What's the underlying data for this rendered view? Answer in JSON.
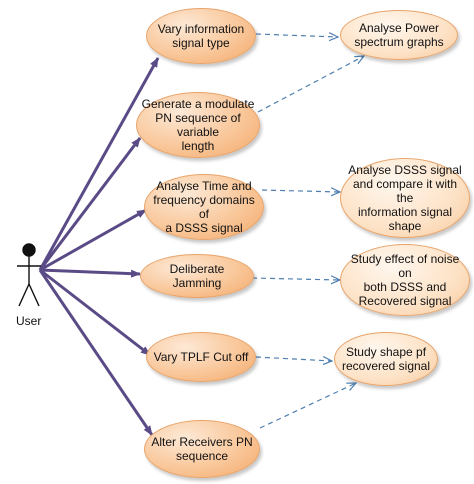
{
  "actor": {
    "label": "User"
  },
  "use_cases": [
    {
      "id": "vary-info",
      "label": "Vary information\nsignal type"
    },
    {
      "id": "gen-pn",
      "label": "Generate a modulate\nPN sequence of variable\nlength"
    },
    {
      "id": "analyse-tf",
      "label": "Analyse Time and\nfrequency domains of\na DSSS signal"
    },
    {
      "id": "jamming",
      "label": "Deliberate Jamming"
    },
    {
      "id": "tplf",
      "label": "Vary TPLF Cut off"
    },
    {
      "id": "alter-pn",
      "label": "Alter Receivers PN\nsequence"
    }
  ],
  "results": [
    {
      "id": "power-spectrum",
      "label": "Analyse Power\nspectrum graphs"
    },
    {
      "id": "dsss-compare",
      "label": "Analyse DSSS signal\nand compare it with the\ninformation signal shape"
    },
    {
      "id": "noise-effect",
      "label": "Study effect of noise on\nboth DSSS and\nRecovered signal"
    },
    {
      "id": "shape-recovered",
      "label": "Study shape pf\nrecovered signal"
    }
  ],
  "colors": {
    "association": "#5a4a86",
    "dependency": "#4f7fb0"
  }
}
